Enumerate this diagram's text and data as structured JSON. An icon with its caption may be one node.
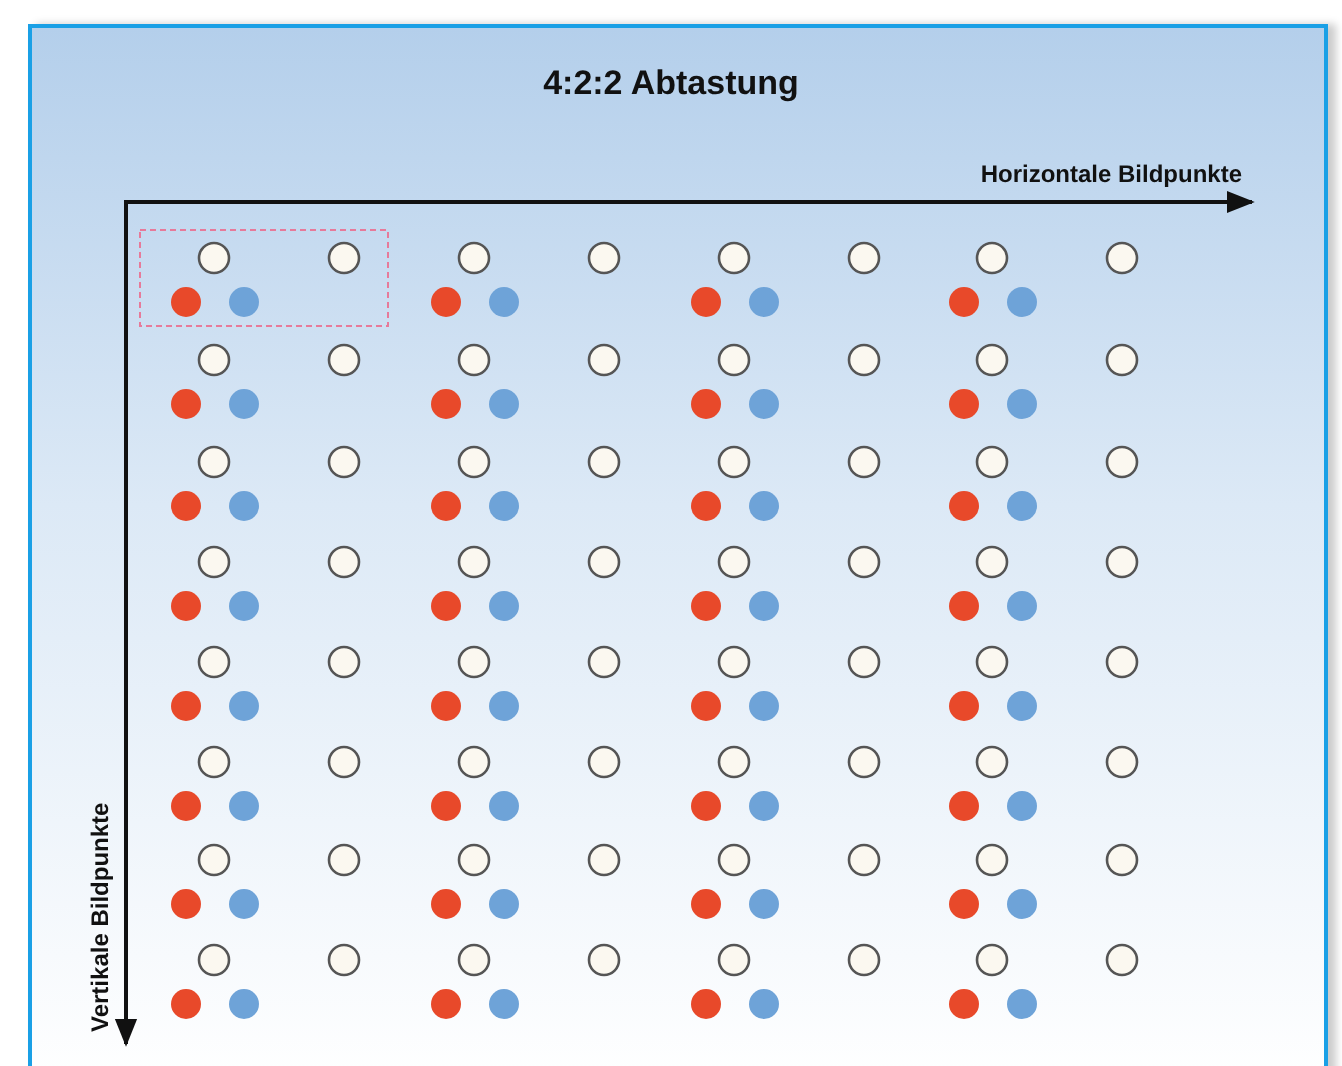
{
  "diagram": {
    "title": "4:2:2 Abtastung",
    "labels": [
      "Horizontale Bildpunkte",
      "Vertikale Bildpunkte"
    ]
  }
}
